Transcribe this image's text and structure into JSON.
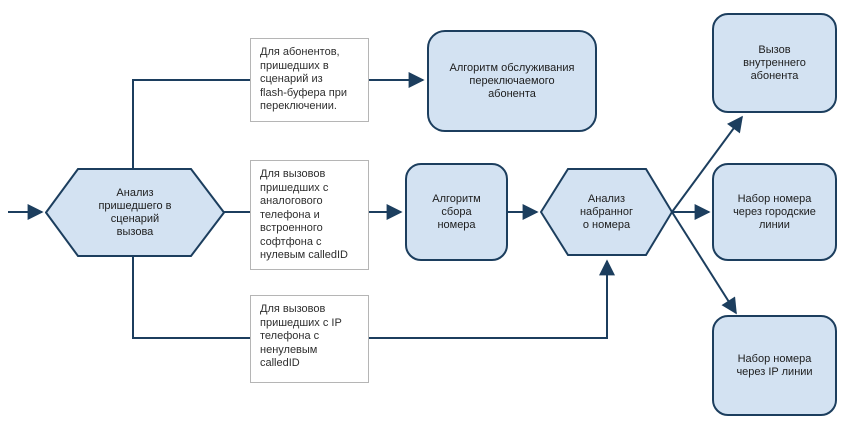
{
  "diagram": {
    "type": "flowchart",
    "language": "ru",
    "colors": {
      "node_fill": "#d3e2f2",
      "node_border": "#1c3e5e",
      "connector": "#1c3e5e",
      "label_fill": "#ffffff",
      "label_border": "#b5b5b5",
      "text": "#1d1d1d"
    },
    "nodes": {
      "start_hex": {
        "text": "Анализ\nпришедшего в\nсценарий\nвызова"
      },
      "algo_switch": {
        "text": "Алгоритм обслуживания\nпереключаемого\nабонента"
      },
      "algo_collect": {
        "text": "Алгоритм\nсбора\nномера"
      },
      "analysis_hex": {
        "text": "Анализ\nнабранног\nо номера"
      },
      "out_internal": {
        "text": "Вызов\nвнутреннего\nабонента"
      },
      "out_city": {
        "text": "Набор номера\nчерез городские\nлинии"
      },
      "out_ip": {
        "text": "Набор номера\nчерез IP линии"
      }
    },
    "labels": {
      "flash": {
        "text": "Для абонентов,\nпришедших в\nсценарий из\nflash-буфера при\nпереключении."
      },
      "analog": {
        "text": "Для вызовов\nпришедших с\nаналогового\nтелефона и\nвстроенного\nсофтфона с\nнулевым calledID"
      },
      "ip": {
        "text": "Для вызовов\nпришедших с IP\nтелефона с\nненулевым\ncalledID"
      }
    }
  }
}
